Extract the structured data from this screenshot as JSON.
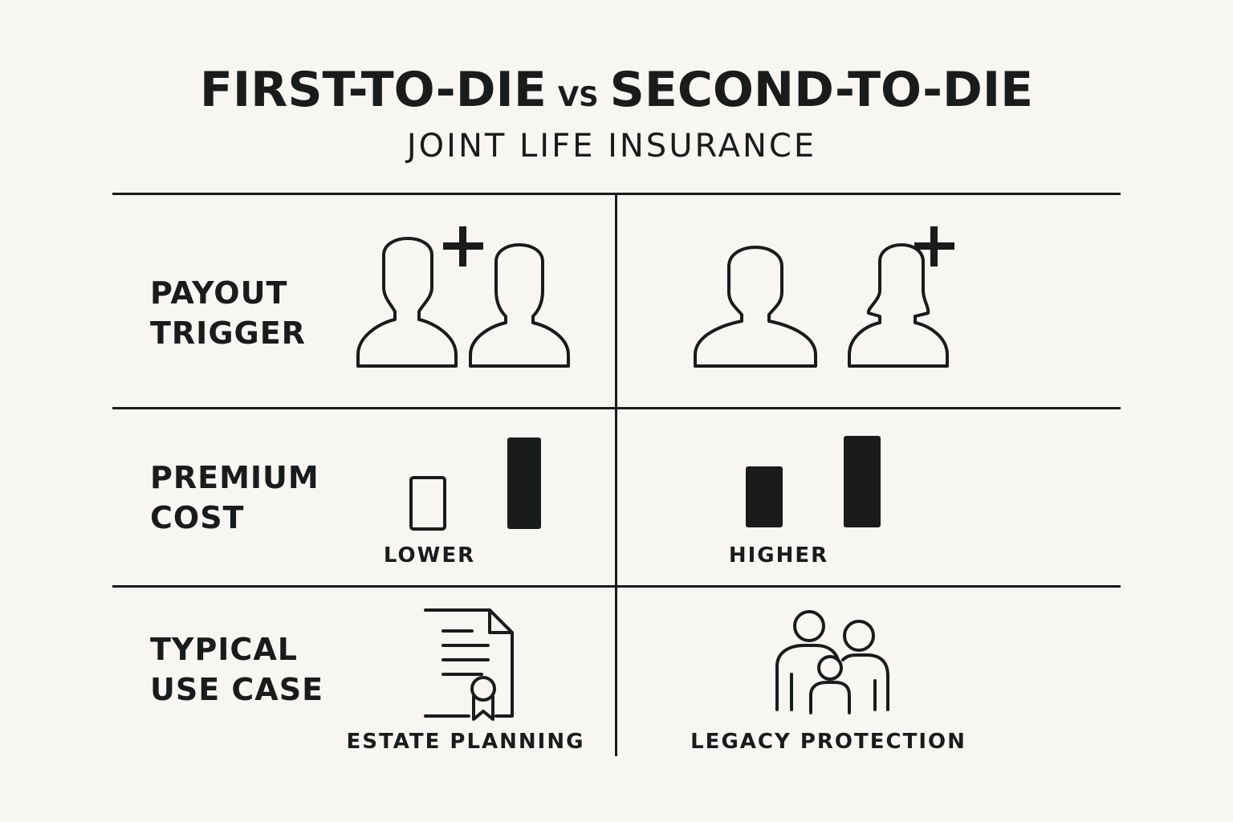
{
  "title": {
    "left": "FIRST-TO-DIE",
    "vs": "VS",
    "right": "SECOND-TO-DIE",
    "subtitle": "JOINT LIFE INSURANCE"
  },
  "rows": {
    "payout": {
      "label": "PAYOUT\nTRIGGER"
    },
    "premium": {
      "label": "PREMIUM\nCOST",
      "first_caption": "LOWER",
      "second_caption": "HIGHER"
    },
    "use_case": {
      "label": "TYPICAL\nUSE CASE",
      "first_caption": "ESTATE PLANNING",
      "second_caption": "LEGACY PROTECTION"
    }
  },
  "icons": {
    "payout_first": [
      "person-icon",
      "plus-icon",
      "person-icon"
    ],
    "payout_second": [
      "person-icon",
      "person-icon",
      "plus-icon"
    ],
    "premium_first": [
      "outlined-bar-icon",
      "filled-bar-icon"
    ],
    "premium_second": [
      "filled-bar-icon",
      "filled-bar-icon"
    ],
    "use_case_first": "certificate-document-icon",
    "use_case_second": "family-icon"
  },
  "colors": {
    "ink": "#1a1b1b",
    "background": "#f7f6f3"
  }
}
